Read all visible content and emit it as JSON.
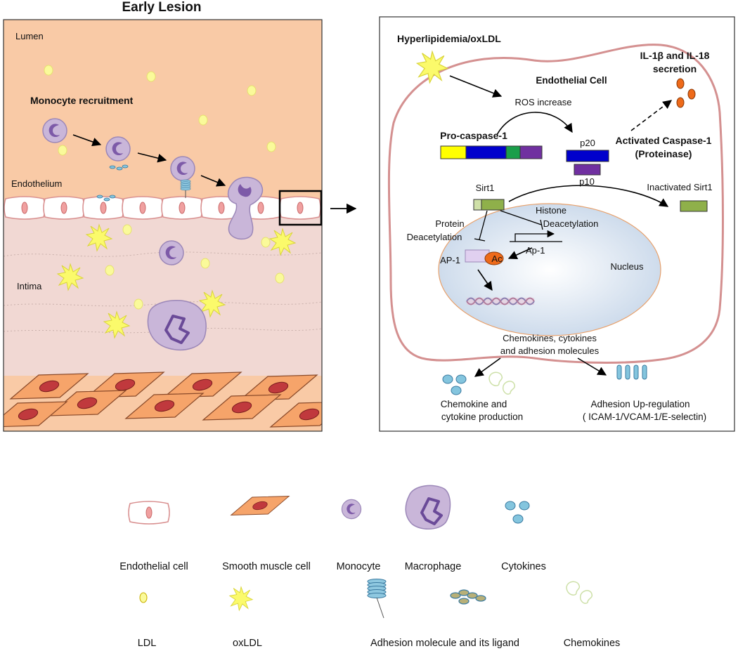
{
  "left_panel": {
    "title": "Early Lesion",
    "lumen_label": "Lumen",
    "recruitment_label": "Monocyte recruitment",
    "endothelium_label": "Endothelium",
    "intima_label": "Intima"
  },
  "right_panel": {
    "stimulus_label": "Hyperlipidemia/oxLDL",
    "cell_label": "Endothelial Cell",
    "ros_label": "ROS increase",
    "il_label_line1": "IL-1β and IL-18",
    "il_label_line2": "secretion",
    "procaspase_label": "Pro-caspase-1",
    "p20_label": "p20",
    "p10_label": "p10",
    "activated_line1": "Activated Caspase-1",
    "activated_line2": "(Proteinase)",
    "sirt1_label": "Sirt1",
    "inactivated_label": "Inactivated Sirt1",
    "protein_deacetylation_line1": "Protein",
    "protein_deacetylation_line2": "Deacetylation",
    "histone_line1": "Histone",
    "histone_line2": "Deacetylation",
    "ap1_label": "AP-1",
    "ac_label": "Ac",
    "ap1_gene_label": "Ap-1",
    "nucleus_label": "Nucleus",
    "chemokines_line1": "Chemokines, cytokines",
    "chemokines_line2": "and adhesion molecules",
    "production_line1": "Chemokine and",
    "production_line2": "cytokine production",
    "upregulation_line1": "Adhesion Up-regulation",
    "upregulation_line2": "( ICAM-1/VCAM-1/E-selectin)"
  },
  "legend": {
    "endothelial_cell": "Endothelial cell",
    "smooth_muscle_cell": "Smooth muscle cell",
    "monocyte": "Monocyte",
    "macrophage": "Macrophage",
    "cytokines": "Cytokines",
    "ldl": "LDL",
    "oxldl": "oxLDL",
    "adhesion_molecule": "Adhesion molecule and its ligand",
    "chemokines": "Chemokines"
  },
  "colors": {
    "lumen": "#f9caa6",
    "intima": "#f1d8d3",
    "smooth_muscle": "#f6a46a",
    "muscle_nucleus": "#c0393d",
    "monocyte": "#c9b6d9",
    "monocyte_nucleus": "#7d5aa8",
    "ldl": "#fafa9a",
    "oxldl": "#fbfa6b",
    "cytokine": "#84c5de",
    "cell_membrane": "#c97a7a",
    "caspase_yellow": "#ffff00",
    "caspase_blue": "#0000cc",
    "caspase_green": "#1a9e4a",
    "caspase_purple": "#7030a0",
    "sirt1": "#8fb04a",
    "ac": "#ee6a1a"
  }
}
